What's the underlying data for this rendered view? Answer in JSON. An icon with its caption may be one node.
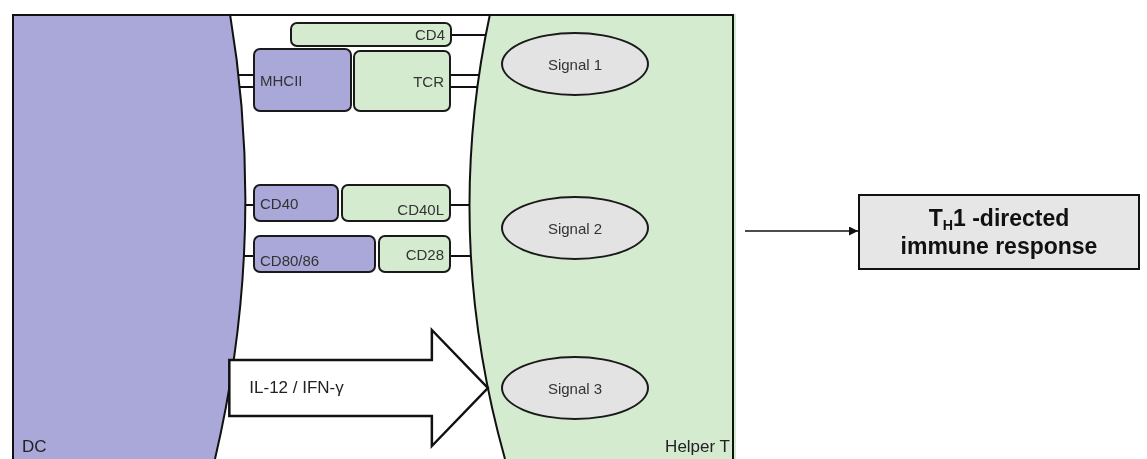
{
  "diagram": {
    "nodes": [
      {
        "text": [
          "DC"
        ]
      },
      {
        "text": [
          "Helper T"
        ]
      },
      {
        "text": [
          "CD4"
        ]
      },
      {
        "text": [
          "MHCII"
        ]
      },
      {
        "text": [
          "TCR"
        ]
      },
      {
        "text": [
          "CD40"
        ]
      },
      {
        "text": [
          "CD40L"
        ]
      },
      {
        "text": [
          "CD80/86"
        ]
      },
      {
        "text": [
          "CD28"
        ]
      },
      {
        "text": [
          "Signal 1"
        ],
        "in": 1
      },
      {
        "text": [
          "Signal 2"
        ],
        "in": 1
      },
      {
        "text": [
          "Signal 3"
        ],
        "in": 1
      },
      {
        "text": [
          "T$_{H}$1 -directed immune response"
        ]
      }
    ],
    "edges": [
      {
        "from": 0,
        "to": 3,
        "arrow": "none"
      },
      {
        "from": 0,
        "to": 3,
        "arrow": "none"
      },
      {
        "from": 4,
        "to": 1,
        "arrow": "none"
      },
      {
        "from": 4,
        "to": 1,
        "arrow": "none"
      },
      {
        "from": 2,
        "to": 1,
        "arrow": "none"
      },
      {
        "from": 0,
        "to": 5,
        "arrow": "none"
      },
      {
        "from": 6,
        "to": 1,
        "arrow": "none"
      },
      {
        "from": 0,
        "to": 7,
        "arrow": "none"
      },
      {
        "from": 8,
        "to": 1,
        "arrow": "none"
      },
      {
        "from": 0,
        "to": 1,
        "arrow": "to",
        "label": "IL-12 / IFN-γ",
        "style": "thick"
      },
      {
        "from": 1,
        "to": 12,
        "arrow": "to"
      }
    ]
  }
}
